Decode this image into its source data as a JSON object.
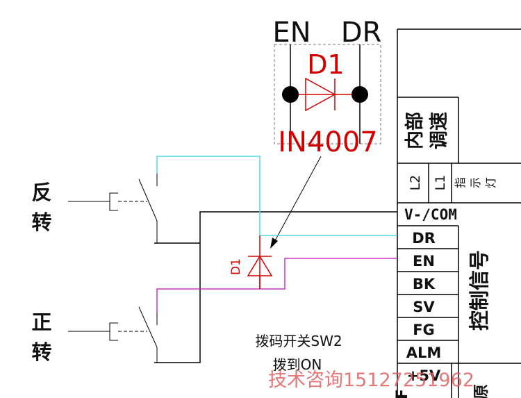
{
  "diagram": {
    "switches": {
      "reverse": {
        "char1": "反",
        "char2": "转"
      },
      "forward": {
        "char1": "正",
        "char2": "转"
      }
    },
    "inset": {
      "en": "EN",
      "dr": "DR",
      "diode_label": "D1",
      "diode_part": "IN4007"
    },
    "diode_label": "D1",
    "dip_note_line1": "拨码开关SW2",
    "dip_note_line2": "拨到ON",
    "panel": {
      "internal_speed": "内部调速",
      "internal_speed_line1": "内部",
      "internal_speed_line2": "调速",
      "l2": "L2",
      "l1": "L1",
      "indicator": [
        "指",
        "示",
        "灯"
      ],
      "control_signals_label": "控制信号",
      "terminals": [
        "V-/COM",
        "DR",
        "EN",
        "BK",
        "SV",
        "FG",
        "ALM",
        "+5V"
      ],
      "bottom_partial_left": "F",
      "bottom_partial_right": "原"
    },
    "colors": {
      "dr_wire": "#4dd9e6",
      "en_wire": "#cc33cc",
      "diode": "#d40000",
      "watermark": "#e06060"
    },
    "watermark": "技术咨询15127251962"
  }
}
